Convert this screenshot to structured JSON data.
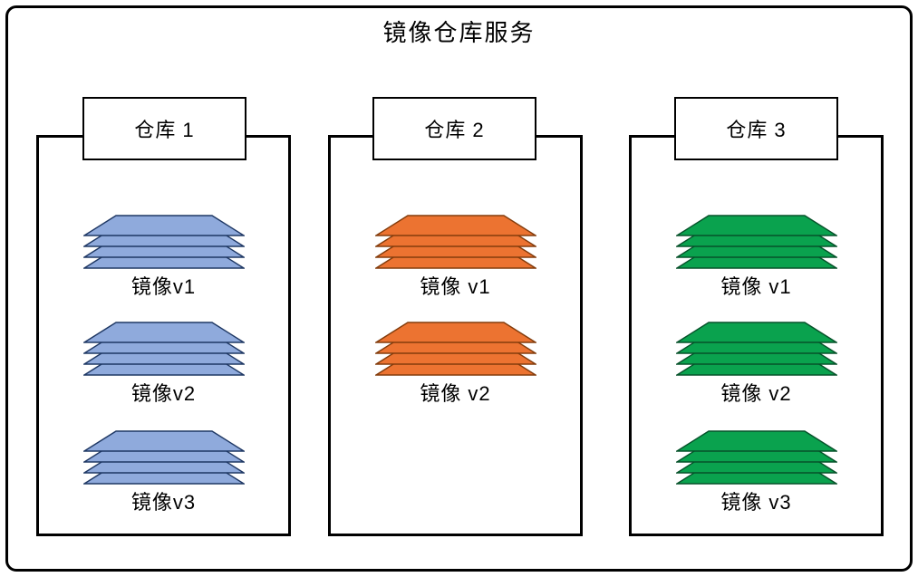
{
  "title": "镜像仓库服务",
  "colors": {
    "blue": "#8FAADC",
    "blue_stroke": "#1F3864",
    "orange": "#EC7331",
    "orange_stroke": "#833C0C",
    "green": "#0AA24E",
    "green_stroke": "#06522A",
    "border": "#000000",
    "background": "#FFFFFF"
  },
  "repositories": [
    {
      "name": "仓库 1",
      "color": "blue",
      "images": [
        "镜像v1",
        "镜像v2",
        "镜像v3"
      ]
    },
    {
      "name": "仓库 2",
      "color": "orange",
      "images": [
        "镜像 v1",
        "镜像 v2"
      ]
    },
    {
      "name": "仓库 3",
      "color": "green",
      "images": [
        "镜像 v1",
        "镜像 v2",
        "镜像 v3"
      ]
    }
  ]
}
